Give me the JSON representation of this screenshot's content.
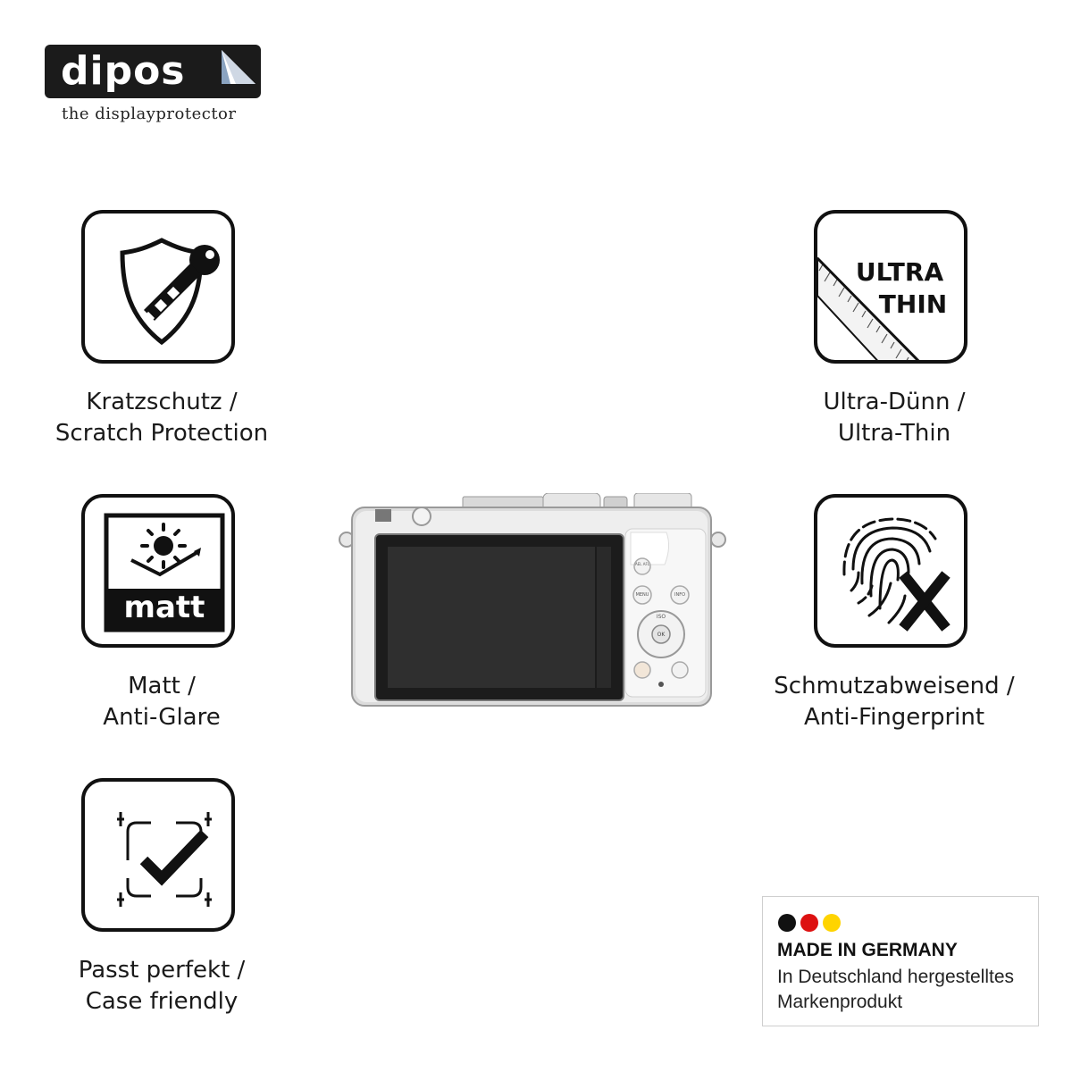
{
  "logo": {
    "wordmark": "dipos",
    "tagline": "the displayprotector"
  },
  "features": [
    {
      "icon": "shield-key-icon",
      "line1": "Kratzschutz /",
      "line2": "Scratch Protection"
    },
    {
      "icon": "matt-sun-icon",
      "badge": "matt",
      "line1": "Matt /",
      "line2": "Anti-Glare"
    },
    {
      "icon": "perfect-fit-check-icon",
      "line1": "Passt perfekt /",
      "line2": "Case friendly"
    },
    {
      "icon": "ultra-thin-ruler-icon",
      "badge_line1": "ULTRA",
      "badge_line2": "THIN",
      "line1": "Ultra-Dünn /",
      "line2": "Ultra-Thin"
    },
    {
      "icon": "fingerprint-x-icon",
      "line1": "Schmutzabweisend /",
      "line2": "Anti-Fingerprint"
    }
  ],
  "camera": {
    "icon": "camera-back-icon",
    "buttons": {
      "ael": "AEL AFL",
      "menu": "MENU",
      "info": "INFO",
      "iso": "ISO",
      "ok": "OK"
    }
  },
  "made_in": {
    "title": "MADE IN GERMANY",
    "line1": "In Deutschland hergestelltes",
    "line2": "Markenprodukt",
    "flag_colors": [
      "#111111",
      "#dd1111",
      "#ffd400"
    ]
  }
}
